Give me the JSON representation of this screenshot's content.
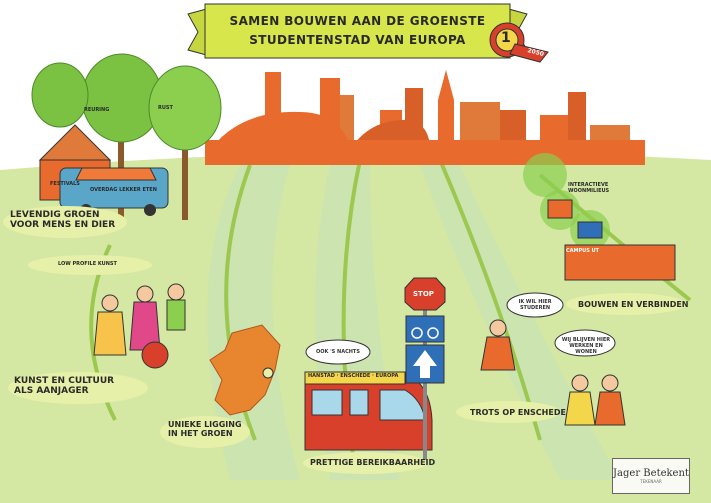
{
  "banner": {
    "title_line1": "SAMEN BOUWEN AAN DE GROENSTE",
    "title_line2": "STUDENTENSTAD VAN EUROPA",
    "badge_number": "1",
    "badge_year": "2050"
  },
  "labels": {
    "levendig_groen": "LEVENDIG GROEN VOOR MENS EN DIER",
    "kunst_cultuur": "KUNST EN CULTUUR ALS AANJAGER",
    "unieke_ligging": "UNIEKE LIGGING IN HET GROEN",
    "bereikbaarheid": "PRETTIGE BEREIKBAARHEID",
    "trots": "TROTS OP ENSCHEDE",
    "bouwen": "BOUWEN EN VERBINDEN",
    "low_profile": "LOW PROFILE KUNST",
    "interactieve": "INTERACTIEVE WOONMILIEUS",
    "campus": "CAMPUS UT",
    "reuring": "REURING",
    "rust": "RUST",
    "festivals": "FESTIVALS",
    "foodtruck": "OVERDAG LEKKER ETEN"
  },
  "bubbles": {
    "ook_s_nachts": "OOK 'S NACHTS",
    "studeren": "IK WIL HIER STUDEREN",
    "wonen": "WIJ BLIJVEN HIER WERKEN EN WONEN"
  },
  "train_sign": "HANSTAD · ENSCHEDE · EUROPA",
  "traffic_sign": "STOP",
  "signature": {
    "name": "Jager Betekent",
    "sub": "TEKENAAR"
  },
  "colors": {
    "sky": "#ffffff",
    "grass": "#d4e8a3",
    "path": "#c9e2b3",
    "city_orange": "#e86a2c",
    "tree_green": "#7cc242",
    "banner_yellow": "#d7e64a",
    "badge_red": "#d9402b"
  }
}
